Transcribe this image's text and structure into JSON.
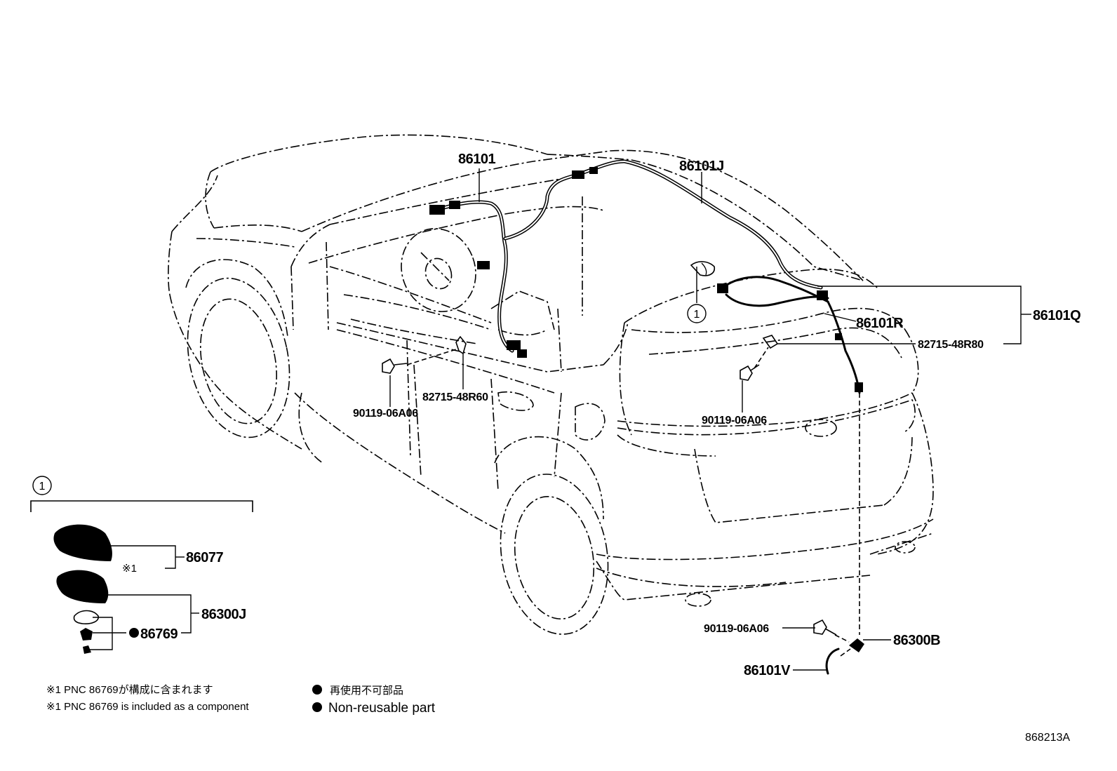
{
  "labels": {
    "p86101": "86101",
    "p86101J": "86101J",
    "p86101Q": "86101Q",
    "p86101R": "86101R",
    "p82715_48R80": "82715-48R80",
    "p82715_48R60": "82715-48R60",
    "p90119_left": "90119-06A06",
    "p90119_mid": "90119-06A06",
    "p90119_low": "90119-06A06",
    "p86300B": "86300B",
    "p86101V": "86101V",
    "p86077": "86077",
    "p86300J": "86300J",
    "p86769": "86769",
    "note_mark": "※1",
    "callout_1": "1",
    "inset_1": "1"
  },
  "notes": {
    "jp_component": "※1 PNC 86769が構成に含まれます",
    "en_component": "※1 PNC 86769 is included as a component",
    "jp_nonreusable": "再使用不可部品",
    "en_nonreusable": "Non-reusable part"
  },
  "figure_id": "868213A"
}
